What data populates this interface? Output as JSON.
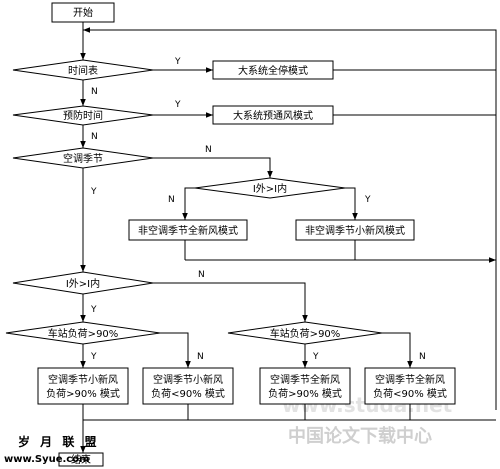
{
  "nodes": {
    "start": "开始",
    "end": "结束",
    "d_schedule": "时间表",
    "d_prevent": "预防时间",
    "d_ac_season": "空调季节",
    "d_out_in_1": "I外>I内",
    "d_out_in_2": "I外>I内",
    "d_load_1": "车站负荷>90%",
    "d_load_2": "车站负荷>90%",
    "p_all_stop": "大系统全停模式",
    "p_prevent_vent": "大系统预通风模式",
    "p_non_ac_full": "非空调季节全新风模式",
    "p_non_ac_min": "非空调季节小新风模式",
    "p_ac_min_gt": [
      "空调季节小新风",
      "负荷>90% 模式"
    ],
    "p_ac_min_lt": [
      "空调季节小新风",
      "负荷<90% 模式"
    ],
    "p_ac_full_gt": [
      "空调季节全新风",
      "负荷>90% 模式"
    ],
    "p_ac_full_lt": [
      "空调季节全新风",
      "负荷<90% 模式"
    ]
  },
  "branch_labels": {
    "yes": "Y",
    "no": "N"
  },
  "watermarks": {
    "logo_cn": "岁 月 联 盟",
    "logo_en": "www.Syue.com",
    "site_cn": "中国论文下载中心",
    "site_en": "www.studa.net"
  }
}
